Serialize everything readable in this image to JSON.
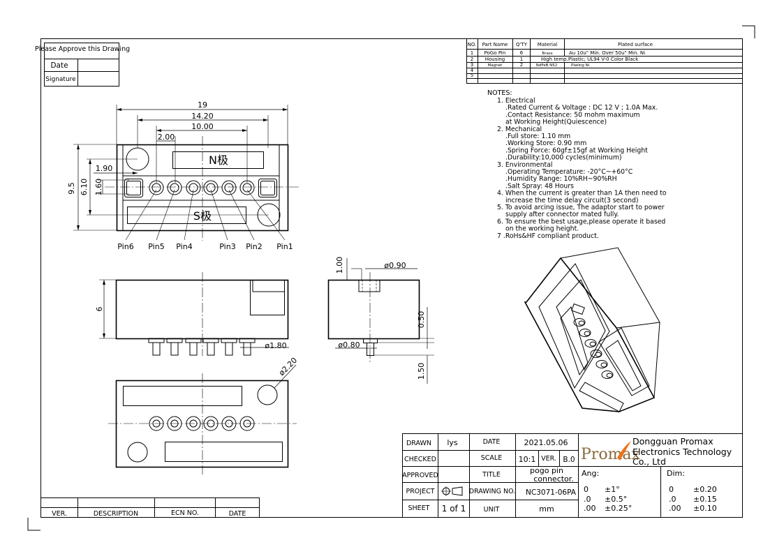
{
  "approval": {
    "heading": "Please Approve this Drawing",
    "date_label": "Date",
    "signature_label": "Signature"
  },
  "bom": {
    "headers": [
      "NO.",
      "Part Name",
      "Q'TY",
      "Material",
      "Plated surface"
    ],
    "rows": [
      [
        "1",
        "PoGo Pin",
        "6",
        "Brass",
        "Au 10u\" Min. Over 50u\" Min. Ni"
      ],
      [
        "2",
        "Housing",
        "1",
        "High temp.Plastic; UL94 V-0 Color Black",
        ""
      ],
      [
        "3",
        "Magnet",
        "2",
        "NdFeB N52",
        "Plating Ni"
      ],
      [
        "4",
        "",
        "",
        "",
        ""
      ],
      [
        "5",
        "",
        "",
        "",
        ""
      ]
    ]
  },
  "notes": {
    "title": "NOTES:",
    "lines": [
      "1. Electrical",
      ".Rated Current & Voltage : DC 12 V ; 1.0A Max.",
      ".Contact Resistance: 50 mohm maximum",
      " at Working Height(Quiescence)",
      "2. Mechanical",
      ".Full store: 1.10 mm",
      ".Working Store: 0.90 mm",
      ".Spring Force: 60gf±15gf at Working Height",
      ".Durability:10,000 cycles(minimum)",
      "3. Environmental",
      ".Operating Temperature: -20°C~+60°C",
      ".Humidity Range: 10%RH~90%RH",
      ".Salt Spray: 48 Hours",
      "4. When the current is greater than 1A then need to",
      "increase the time delay circuit(3 second)",
      "5. To avoid arcing issue, The adaptor start to power",
      "supply after connector mated fully.",
      "6. To ensure the best usage,please operate it based",
      "on the working height.",
      "7 .RoHs&HF compliant product."
    ]
  },
  "front_view": {
    "dims": {
      "d19": "19",
      "d1420": "14.20",
      "d1000": "10.00",
      "d200": "2.00",
      "d190": "1.90",
      "d95": "9.5",
      "d610": "6.10",
      "d160": "1.60"
    },
    "n_label": "N极",
    "s_label": "S极",
    "pins": [
      "Pin6",
      "Pin5",
      "Pin4",
      "Pin3",
      "Pin2",
      "Pin1"
    ]
  },
  "side_view": {
    "d6": "6",
    "d180": "ø1.80"
  },
  "end_view": {
    "d100": "1.00",
    "d090": "ø0.90",
    "d050": "0.50",
    "d080": "ø0.80",
    "d150": "1.50"
  },
  "bottom_view": {
    "d220": "ø2.20"
  },
  "title_block": {
    "drawn_label": "DRAWN",
    "drawn_value": "lys",
    "date_label": "DATE",
    "date_value": "2021.05.06",
    "checked_label": "CHECKED",
    "scale_label": "SCALE",
    "scale_value": "10:1",
    "ver_label": "VER.",
    "ver_value": "B.0",
    "approved_label": "APPROVED",
    "title_label": "TITLE",
    "title_value_1": "pogo pin",
    "title_value_2": "connector.",
    "project_label": "PROJECT",
    "drawing_no_label": "DRAWING NO.",
    "drawing_no_value": "NC3071-06PA",
    "sheet_label": "SHEET",
    "sheet_value": "1 of 1",
    "unit_label": "UNIT",
    "unit_value": "mm",
    "logo_text": "Promax",
    "company_1": "Dongguan Promax",
    "company_2": "Electronics Technology",
    "company_3": "Co., Ltd",
    "ang_label": "Ang:",
    "ang_rows": [
      [
        "0",
        "±1°"
      ],
      [
        ".0",
        "±0.5°"
      ],
      [
        ".00",
        "±0.25°"
      ]
    ],
    "dim_label": "Dim:",
    "dim_rows": [
      [
        "0",
        "±0.20"
      ],
      [
        ".0",
        "±0.15"
      ],
      [
        ".00",
        "±0.10"
      ]
    ]
  },
  "revision": {
    "ver": "VER.",
    "description": "DESCRIPTION",
    "ecn": "ECN NO.",
    "date": "DATE"
  },
  "colors": {
    "logo_accent": "#e8731a",
    "logo_text": "#8a6a3a"
  }
}
